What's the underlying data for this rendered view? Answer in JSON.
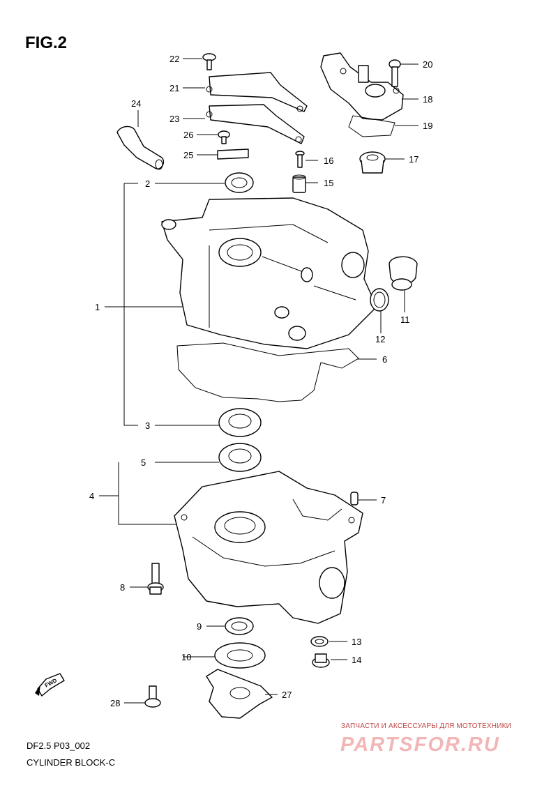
{
  "figure": {
    "title": "FIG.2",
    "model_code": "DF2.5 P03_002",
    "section_name": "CYLINDER BLOCK-C",
    "fwd_badge": "FWD",
    "fwd_icon": "forward-arrow-icon"
  },
  "callouts": {
    "c1": "1",
    "c2": "2",
    "c3": "3",
    "c4": "4",
    "c5": "5",
    "c6": "6",
    "c7": "7",
    "c8": "8",
    "c9": "9",
    "c10": "10",
    "c11": "11",
    "c12": "12",
    "c13": "13",
    "c14": "14",
    "c15": "15",
    "c16": "16",
    "c17": "17",
    "c18": "18",
    "c19": "19",
    "c20": "20",
    "c21": "21",
    "c22": "22",
    "c23": "23",
    "c24": "24",
    "c25": "25",
    "c26": "26",
    "c27": "27",
    "c28": "28"
  },
  "watermark": {
    "subtitle": "ЗАПЧАСТИ И АКСЕССУАРЫ ДЛЯ МОТОТЕХНИКИ",
    "brand": "PARTSFOR.RU",
    "color": "#c04848"
  }
}
